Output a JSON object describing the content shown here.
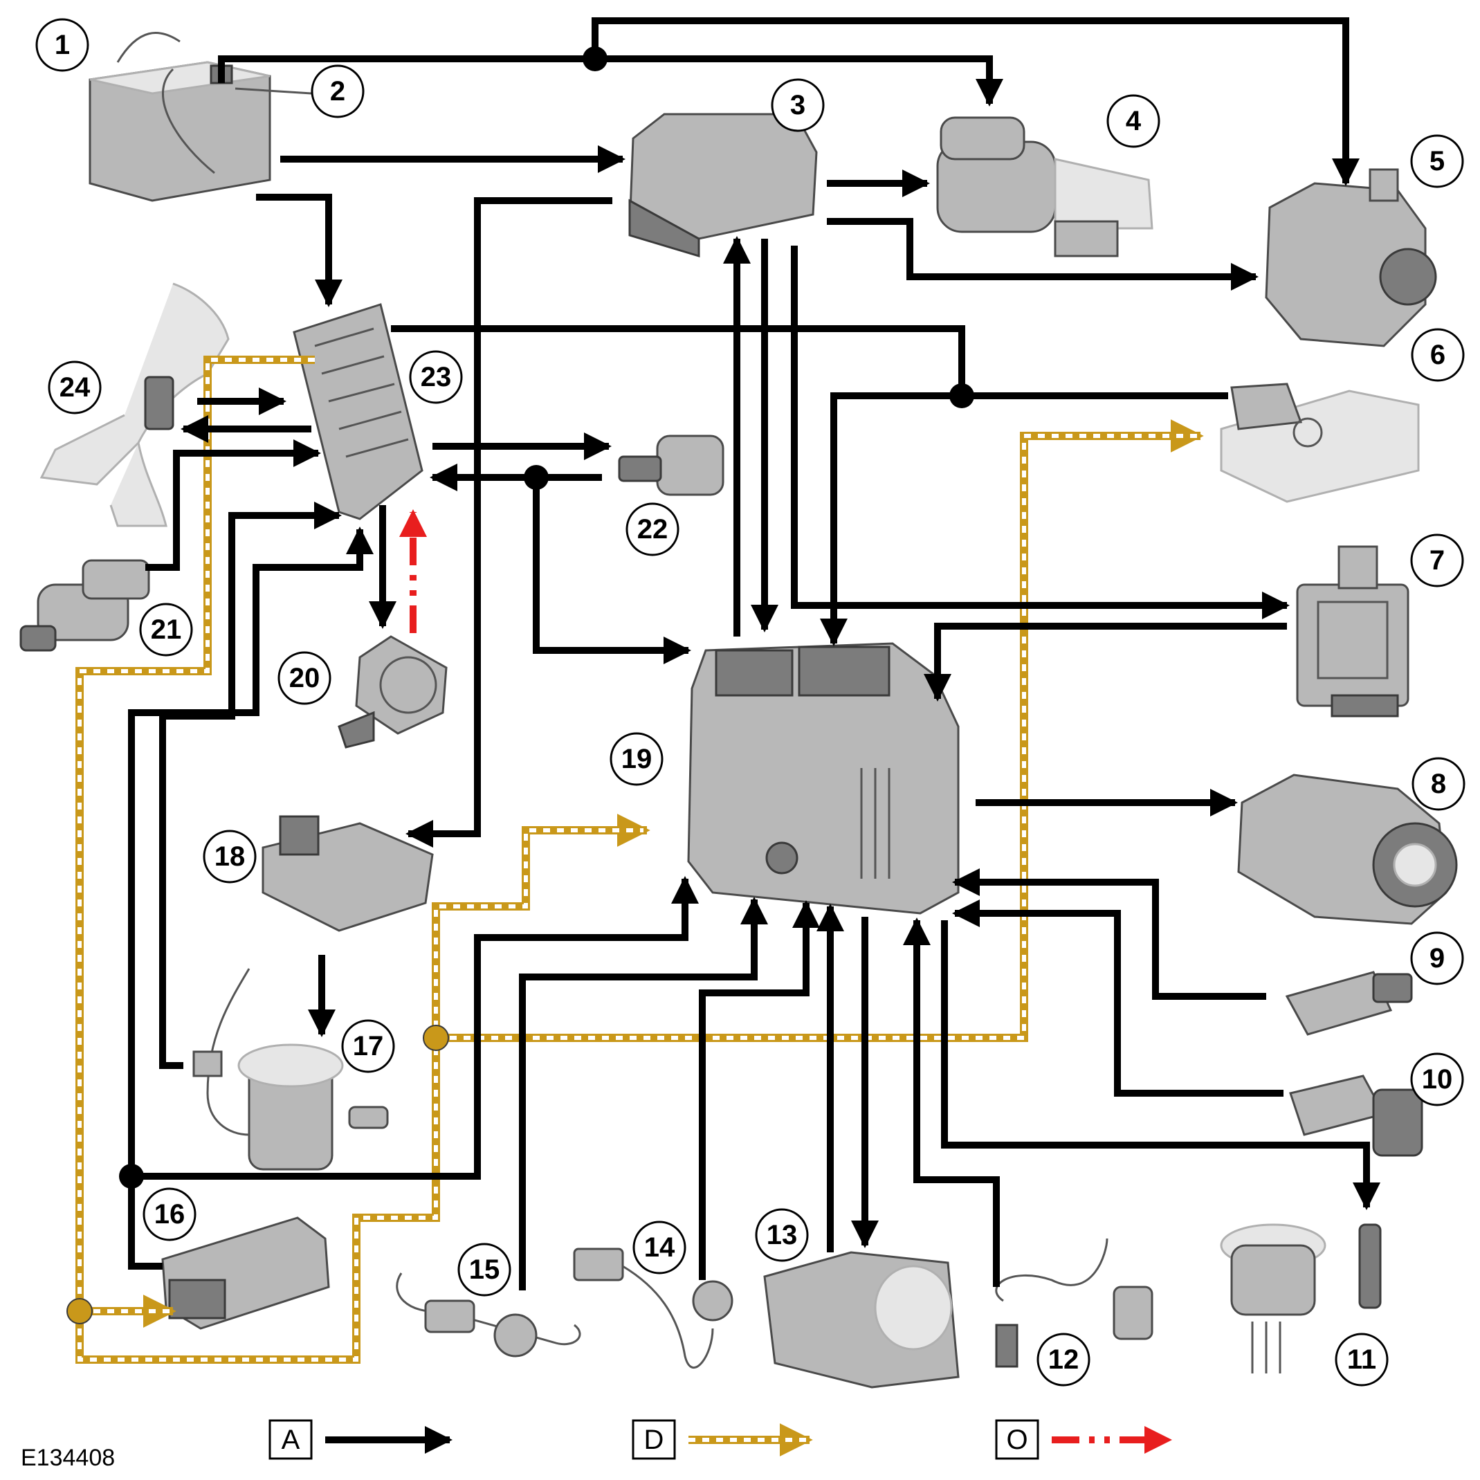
{
  "figure_reference": "E134408",
  "callouts": [
    "1",
    "2",
    "3",
    "4",
    "5",
    "6",
    "7",
    "8",
    "9",
    "10",
    "11",
    "12",
    "13",
    "14",
    "15",
    "16",
    "17",
    "18",
    "19",
    "20",
    "21",
    "22",
    "23",
    "24"
  ],
  "legend": [
    {
      "key": "A",
      "style": "solid-black-arrow",
      "color": "#000000"
    },
    {
      "key": "D",
      "style": "dashed-gold-arrow",
      "color": "#c9981a"
    },
    {
      "key": "O",
      "style": "dash-dot-red-arrow",
      "color": "#e81e1e"
    }
  ],
  "colors": {
    "line_a": "#000000",
    "line_d": "#c9981a",
    "line_o": "#e81e1e"
  }
}
